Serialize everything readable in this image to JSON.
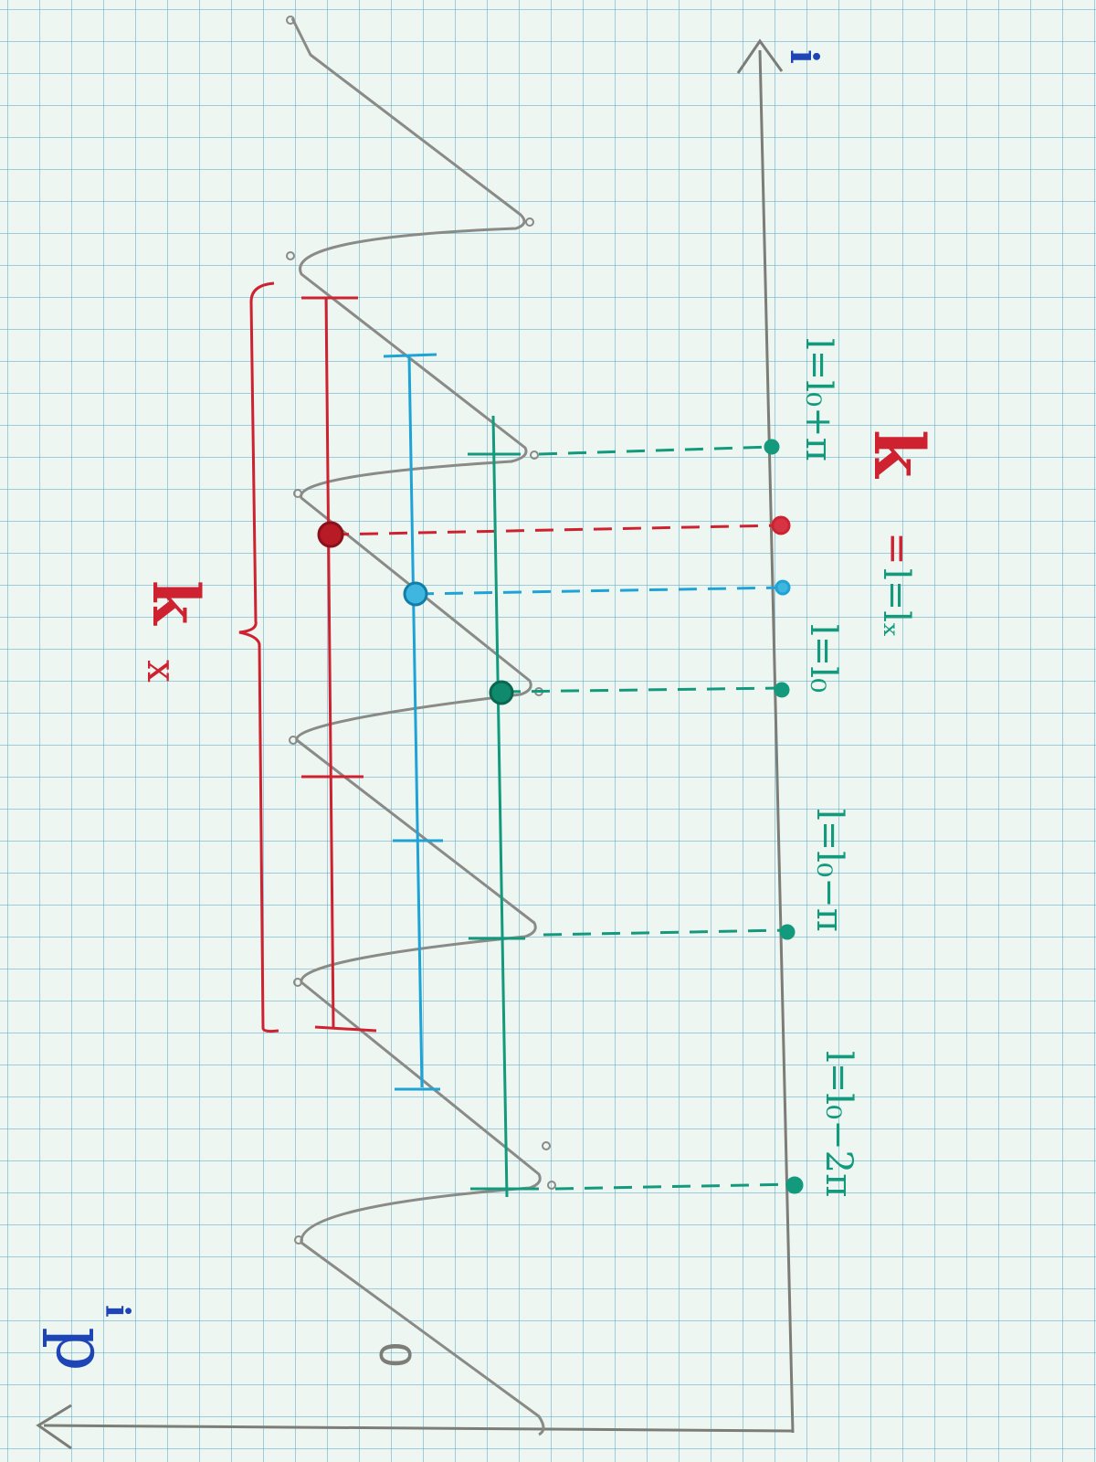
{
  "colors": {
    "pencil": "#7d7d78",
    "blue_ink": "#1d45b5",
    "red": "#cf2230",
    "cyan": "#1ea3d6",
    "green": "#139a7c"
  },
  "labels": {
    "axis_y_top": "i",
    "axis_y_bottom": "p",
    "axis_y_bottom_index": "i",
    "origin": "0",
    "tick_m2pi": "l=l₀−2π",
    "tick_mpi": "l=l₀−π",
    "tick_l0": "l=l₀",
    "tick_lx": "l=lₓ",
    "tick_ppi": "l=l₀+π",
    "k_eq": "=",
    "k_marker": "k",
    "curve_marker": "k",
    "curve_marker_prefix": "x"
  }
}
